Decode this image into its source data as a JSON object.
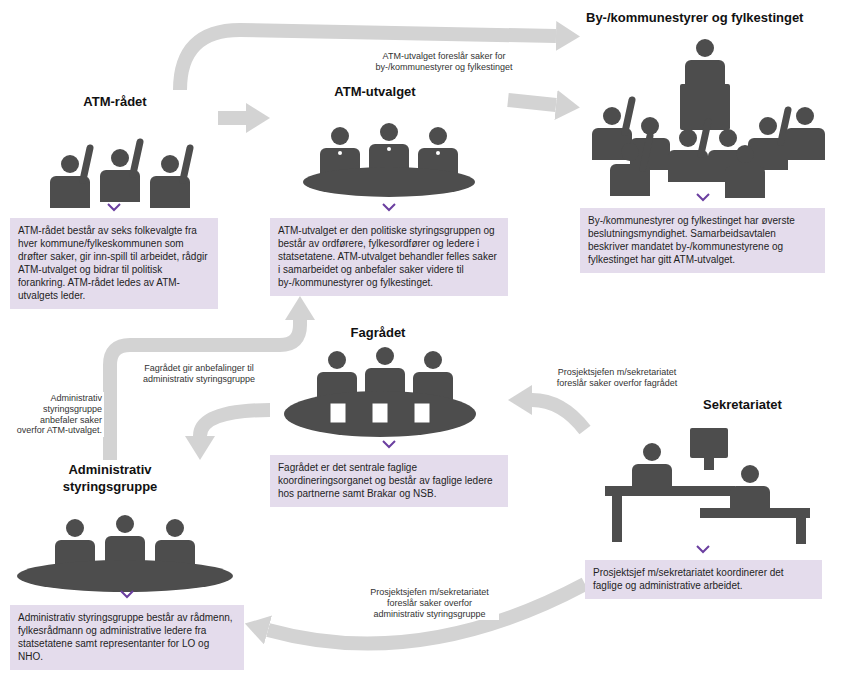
{
  "diagram": {
    "nodes": [
      {
        "text": [
          "ATM-rådet",
          "ATM-rådet består av seks folkevalgte fra hver kommune/fylkeskommunen som drøfter saker, gir inn-spill til arbeidet, rådgir ATM-utvalget og bidrar til politisk forankring. ATM-rådet ledes av ATM-utvalgets leder."
        ]
      },
      {
        "text": [
          "ATM-utvalget",
          "ATM-utvalget er den politiske styringsgruppen og består av ordførere, fylkesordfører og ledere i statsetatene. ATM-utvalget behandler felles saker i samarbeidet og anbefaler saker videre til by-/kommunestyrer og fylkestinget."
        ]
      },
      {
        "text": [
          "By-/kommunestyrer og fylkestinget",
          "By-/kommunestyrer og fylkestinget har øverste beslutningsmyndighet. Samarbeidsavtalen beskriver mandatet by-/kommunestyrene og fylkestinget har gitt ATM-utvalget."
        ]
      },
      {
        "text": [
          "Fagrådet",
          "Fagrådet er det sentrale faglige koordineringsorganet og består av faglige ledere hos partnerne samt Brakar og NSB."
        ]
      },
      {
        "text": [
          "Sekretariatet",
          "Prosjektsjef m/sekretariatet koordinerer det faglige og administrative arbeidet."
        ]
      },
      {
        "text": [
          "Administrativ styringsgruppe",
          "Administrativ styringsgruppe består av rådmenn, fylkesrådmann og administrative ledere fra statsetatene samt representanter for LO og NHO."
        ]
      }
    ],
    "edges": [
      {
        "from": 0,
        "to": 1,
        "arrow": "to"
      },
      {
        "from": 0,
        "to": 2,
        "arrow": "to"
      },
      {
        "from": 1,
        "to": 2,
        "label": "ATM-utvalget foreslår saker for by-/kommunestyrer og fylkestinget",
        "arrow": "to"
      },
      {
        "from": 5,
        "to": 1,
        "label": "Administrativ styringsgruppe anbefaler saker overfor ATM-utvalget.",
        "arrow": "to"
      },
      {
        "from": 3,
        "to": 5,
        "label": "Fagrådet gir anbefalinger til administrativ styringsgruppe",
        "arrow": "to"
      },
      {
        "from": 4,
        "to": 3,
        "label": "Prosjektsjefen m/sekretariatet foreslår saker overfor fagrådet",
        "arrow": "to"
      },
      {
        "from": 4,
        "to": 5,
        "label": "Prosjektsjefen m/sekretariatet foreslår saker overfor administrativ styringsgruppe",
        "arrow": "to"
      }
    ]
  }
}
